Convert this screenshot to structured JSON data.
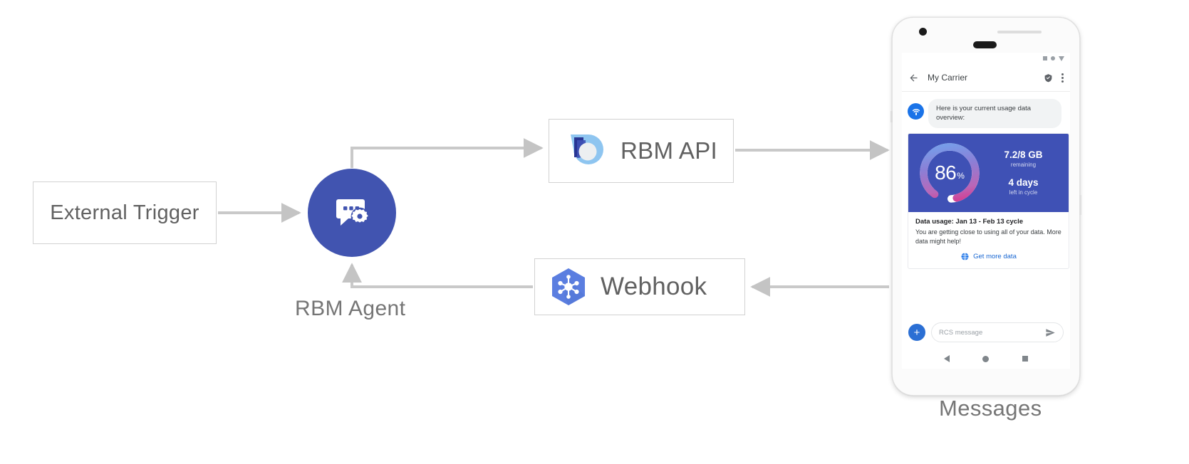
{
  "diagram": {
    "nodes": {
      "external_trigger": {
        "label": "External Trigger"
      },
      "rbm_agent": {
        "label": "RBM Agent",
        "icon": "chat-gear-icon",
        "color": "#4154b0"
      },
      "rbm_api": {
        "label": "RBM API",
        "icon": "rbm-api-droplet-icon"
      },
      "webhook": {
        "label": "Webhook",
        "icon": "webhook-hexagon-icon",
        "color": "#5b7ee0"
      },
      "messages": {
        "label": "Messages"
      }
    },
    "connector_color": "#c9c9c9"
  },
  "phone": {
    "status_bar": {
      "icons": [
        "square-icon",
        "circle-icon",
        "signal-triangle-icon"
      ]
    },
    "app_bar": {
      "back_icon": "back-arrow-icon",
      "title": "My Carrier",
      "verified_icon": "verified-shield-icon",
      "overflow_icon": "overflow-menu-icon"
    },
    "conversation": {
      "avatar_icon": "carrier-signal-icon",
      "incoming_message": "Here is your current usage data overview:",
      "rich_card": {
        "gauge": {
          "percent": "86",
          "percent_unit": "%",
          "value": 86
        },
        "stats": [
          {
            "value": "7.2/8 GB",
            "caption": "remaining"
          },
          {
            "value": "4 days",
            "caption": "left in cycle"
          }
        ],
        "title": "Data usage: Jan 13 - Feb 13 cycle",
        "description": "You are getting close to using all of your data. More data might help!",
        "action": {
          "icon": "globe-icon",
          "label": "Get more data"
        },
        "hero_color": "#3f51b5"
      }
    },
    "composer": {
      "add_icon": "plus-icon",
      "placeholder": "RCS message",
      "send_icon": "send-icon"
    },
    "nav_bar": {
      "back": "nav-back-icon",
      "home": "nav-home-icon",
      "recents": "nav-recents-icon"
    }
  }
}
